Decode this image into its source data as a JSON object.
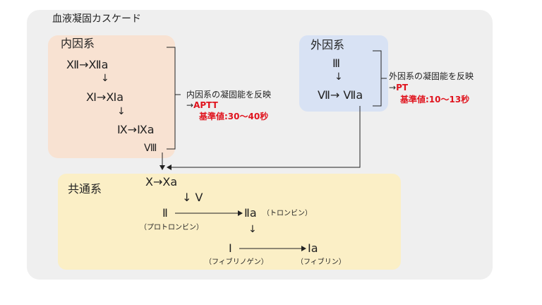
{
  "title": "血液凝固カスケード",
  "intrinsic": {
    "label": "内因系",
    "f12": "Ⅻ→Ⅻa",
    "f11": "Ⅺ→Ⅺa",
    "f9": "Ⅸ→Ⅸa",
    "f8": "Ⅷ",
    "note_line1": "内因系の凝固能を反映",
    "note_line2_arrow": "→",
    "note_line2_test": "APTT",
    "note_line3": "基準値:30〜40秒"
  },
  "extrinsic": {
    "label": "外因系",
    "f3": "Ⅲ",
    "f7": "Ⅶ→ Ⅶa",
    "note_line1": "外因系の凝固能を反映",
    "note_line2_arrow": "→",
    "note_line2_test": "PT",
    "note_line3": "基準値:10〜13秒"
  },
  "common": {
    "label": "共通系",
    "f10": "Ⅹ→Ⅹa",
    "f5": "↓ Ⅴ",
    "f2": "Ⅱ",
    "f2_name": "（プロトロンビン）",
    "f2a": "Ⅱa",
    "f2a_name": "（トロンビン）",
    "f1": "Ⅰ",
    "f1_name": "（フィブリノゲン）",
    "f1a": "Ⅰa",
    "f1a_name": "（フィブリン）"
  },
  "arrows": {
    "down": "↓"
  },
  "colors": {
    "panel": "#efefef",
    "intrinsic_bg": "#f8e2d2",
    "extrinsic_bg": "#d8e2f4",
    "common_bg": "#fbefc6",
    "accent_red": "#e0141e"
  }
}
